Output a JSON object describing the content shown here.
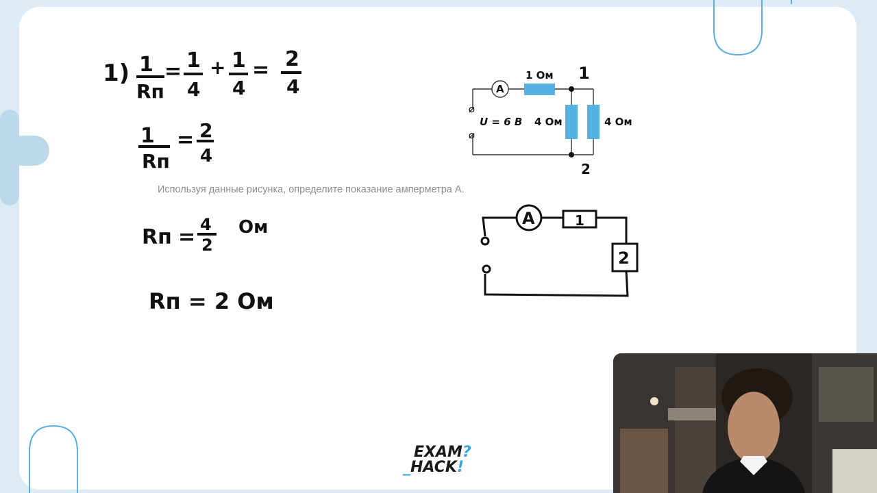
{
  "app": {
    "brand": "EXAM HACK"
  },
  "colors": {
    "board": "#ffffff",
    "frame": "#dcebf5",
    "accent_blue": "#3aa3e3",
    "resistor_fill": "#55b2e3",
    "ink": "#111111",
    "task_text": "#8c8c8c"
  },
  "handwriting": {
    "step_number": "1)",
    "eq1": {
      "lhs_num": "1",
      "lhs_den": "Rп",
      "eq": "=",
      "t1_num": "1",
      "t1_den": "4",
      "plus": "+",
      "t2_num": "1",
      "t2_den": "4",
      "eq2": "=",
      "res_num": "2",
      "res_den": "4"
    },
    "eq2": {
      "lhs_num": "1",
      "lhs_den": "Rп",
      "eq": "=",
      "res_num": "2",
      "res_den": "4"
    },
    "eq3": {
      "lhs": "Rп",
      "eq": "=",
      "res_num": "4",
      "res_den": "2",
      "unit": "Ом"
    },
    "eq4": {
      "text": "Rп = 2  Ом"
    },
    "node_1": "1",
    "node_2": "2",
    "sketch": {
      "ammeter": "A",
      "box1": "1",
      "box2": "2"
    }
  },
  "circuit": {
    "ammeter": "A",
    "r_series": "1 Ом",
    "r_parallel_left": "4 Ом",
    "r_parallel_right": "4 Ом",
    "voltage": "U = 6 В",
    "terminal_symbol": "⌀"
  },
  "task": {
    "text": "Используя данные рисунка, определите показание амперметра А."
  },
  "logo": {
    "line1": "EXAM",
    "line2": "HACK",
    "mark1": "?",
    "mark2": "!"
  },
  "webcam": {
    "description_icon": "person-video-icon"
  }
}
